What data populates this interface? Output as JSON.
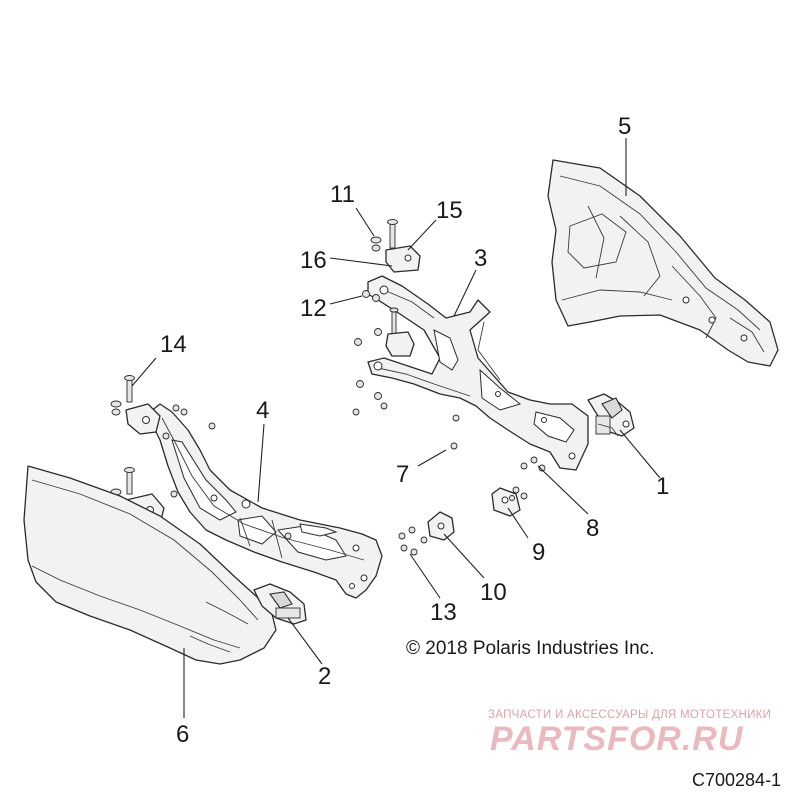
{
  "callouts": [
    {
      "id": "c1",
      "text": "1"
    },
    {
      "id": "c2",
      "text": "2"
    },
    {
      "id": "c3",
      "text": "3"
    },
    {
      "id": "c4",
      "text": "4"
    },
    {
      "id": "c5",
      "text": "5"
    },
    {
      "id": "c6",
      "text": "6"
    },
    {
      "id": "c7",
      "text": "7"
    },
    {
      "id": "c8",
      "text": "8"
    },
    {
      "id": "c9",
      "text": "9"
    },
    {
      "id": "c10",
      "text": "10"
    },
    {
      "id": "c11",
      "text": "11"
    },
    {
      "id": "c12",
      "text": "12"
    },
    {
      "id": "c13",
      "text": "13"
    },
    {
      "id": "c14",
      "text": "14"
    },
    {
      "id": "c15",
      "text": "15"
    },
    {
      "id": "c16",
      "text": "16"
    }
  ],
  "copyright": "© 2018 Polaris Industries Inc.",
  "figure_id": "C700284-1",
  "watermark": {
    "tagline": "ЗАПЧАСТИ И АКСЕССУАРЫ ДЛЯ МОТОТЕХНИКИ",
    "brand": "PARTSFOR.RU",
    "color": "#e9b9bd"
  }
}
